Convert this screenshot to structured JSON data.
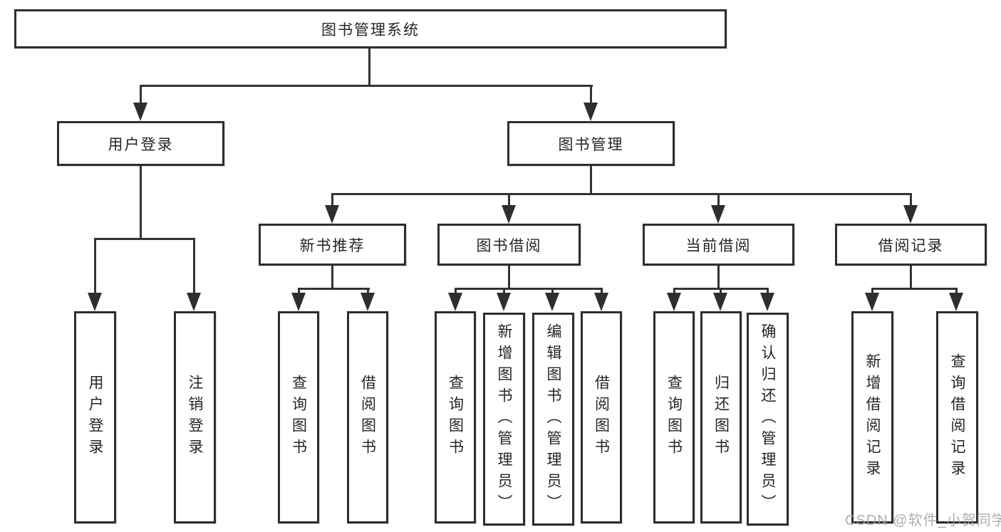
{
  "tree": {
    "label": "图书管理系统",
    "children": [
      {
        "label": "用户登录",
        "children": [
          {
            "label": "用户登录"
          },
          {
            "label": "注销登录"
          }
        ]
      },
      {
        "label": "图书管理",
        "children": [
          {
            "label": "新书推荐",
            "children": [
              {
                "label": "查询图书"
              },
              {
                "label": "借阅图书"
              }
            ]
          },
          {
            "label": "图书借阅",
            "children": [
              {
                "label": "查询图书"
              },
              {
                "label": "新增图书（管理员）"
              },
              {
                "label": "编辑图书（管理员）"
              },
              {
                "label": "借阅图书"
              }
            ]
          },
          {
            "label": "当前借阅",
            "children": [
              {
                "label": "查询图书"
              },
              {
                "label": "归还图书"
              },
              {
                "label": "确认归还（管理员）"
              }
            ]
          },
          {
            "label": "借阅记录",
            "children": [
              {
                "label": "新增借阅记录"
              },
              {
                "label": "查询借阅记录"
              }
            ]
          }
        ]
      }
    ]
  },
  "watermark": {
    "text": "CSDN @软件_小贺同学"
  },
  "colors": {
    "line": "#333333",
    "border": "#2e2e2e",
    "text": "#252525",
    "watermark": "#a0a0a0",
    "background": "#ffffff"
  }
}
